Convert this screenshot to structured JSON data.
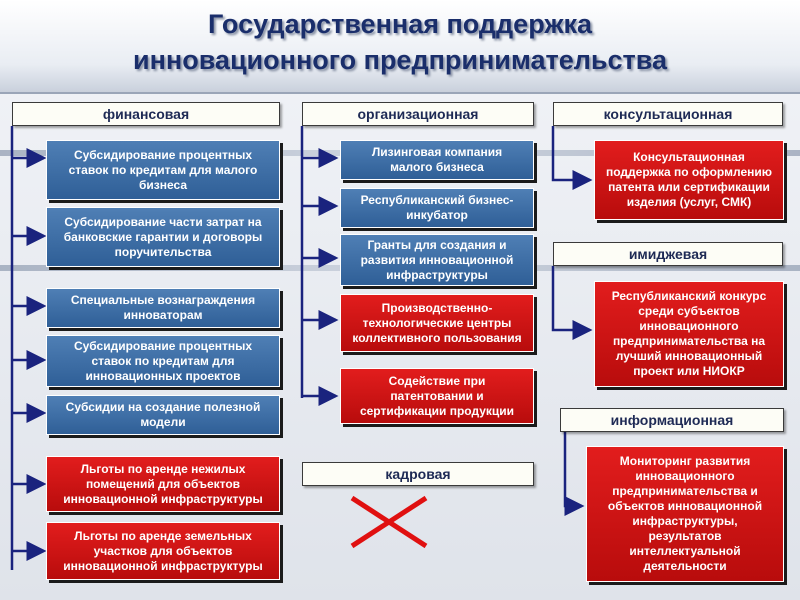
{
  "title": {
    "line1": "Государственная поддержка",
    "line2": "инновационного предпринимательства"
  },
  "columns": {
    "financial": {
      "header": "финансовая",
      "items": [
        {
          "text": "Субсидирование процентных\nставок  по кредитам для малого\nбизнеса",
          "color": "blue"
        },
        {
          "text": "Субсидирование части затрат на\nбанковские гарантии и договоры\nпоручительства",
          "color": "blue"
        },
        {
          "text": "Специальные вознаграждения\nинноваторам",
          "color": "blue"
        },
        {
          "text": "Субсидирование процентных\nставок  по кредитам для\nинновационных проектов",
          "color": "blue"
        },
        {
          "text": "Субсидии на создание полезной\nмодели",
          "color": "blue"
        },
        {
          "text": "Льготы по аренде нежилых\nпомещений для объектов\nинновационной инфраструктуры",
          "color": "red"
        },
        {
          "text": "Льготы по аренде земельных\nучастков для объектов\nинновационной инфраструктуры",
          "color": "red"
        }
      ]
    },
    "organizational": {
      "header": "организационная",
      "items": [
        {
          "text": "Лизинговая компания\nмалого бизнеса",
          "color": "blue"
        },
        {
          "text": "Республиканский бизнес-\nинкубатор",
          "color": "blue"
        },
        {
          "text": "Гранты для создания и\nразвития инновационной\nинфраструктуры",
          "color": "blue"
        },
        {
          "text": "Производственно-\nтехнологические центры\nколлективного пользования",
          "color": "red"
        },
        {
          "text": "Содействие при\nпатентовании и\nсертификации продукции",
          "color": "red"
        }
      ]
    },
    "personnel": {
      "header": "кадровая"
    },
    "consulting": {
      "header": "консультационная",
      "items": [
        {
          "text": "Консультационная\nподдержка по оформлению\nпатента или сертификации\nизделия (услуг, СМК)",
          "color": "red"
        }
      ]
    },
    "image": {
      "header": "имиджевая",
      "items": [
        {
          "text": "Республиканский конкурс\nсреди субъектов\nинновационного\nпредпринимательства на\nлучший инновационный\nпроект или НИОКР",
          "color": "red"
        }
      ]
    },
    "informational": {
      "header": "информационная",
      "items": [
        {
          "text": "Мониторинг развития\nинновационного\nпредпринимательства и\nобъектов инновационной\nинфраструктуры,\nрезультатов\nинтеллектуальной\nдеятельности",
          "color": "red"
        }
      ]
    }
  },
  "colors": {
    "blue_box": "#3a6aa4",
    "red_box": "#cc1212",
    "title": "#1a2e6b",
    "connector": "#1a237e",
    "cross": "#e01010"
  }
}
